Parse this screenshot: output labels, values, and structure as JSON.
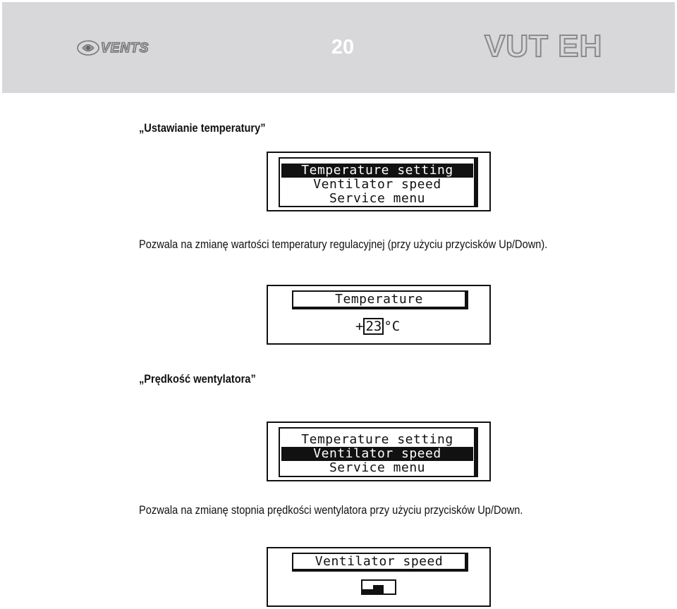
{
  "header": {
    "brand": "VENTS",
    "page_number": "20",
    "model": "VUT EH"
  },
  "sections": [
    {
      "heading": "„Ustawianie temperatury”",
      "description": "Pozwala na zmianę wartości temperatury regulacyjnej (przy użyciu przycisków Up/Down).",
      "menu_screen": {
        "items": [
          "Temperature setting",
          "Ventilator speed",
          "Service menu"
        ],
        "selected": "Temperature setting"
      },
      "detail_screen": {
        "title": "Temperature",
        "sign": "+",
        "value": "23",
        "unit": "°C"
      }
    },
    {
      "heading": "„Prędkość wentylatora”",
      "description": "Pozwala na zmianę stopnia prędkości wentylatora przy użyciu przycisków Up/Down.",
      "menu_screen": {
        "items": [
          "Temperature setting",
          "Ventilator speed",
          "Service menu"
        ],
        "selected": "Ventilator speed"
      },
      "detail_screen": {
        "title": "Ventilator speed",
        "speed_level": 2,
        "speed_levels_total": 3
      }
    }
  ]
}
